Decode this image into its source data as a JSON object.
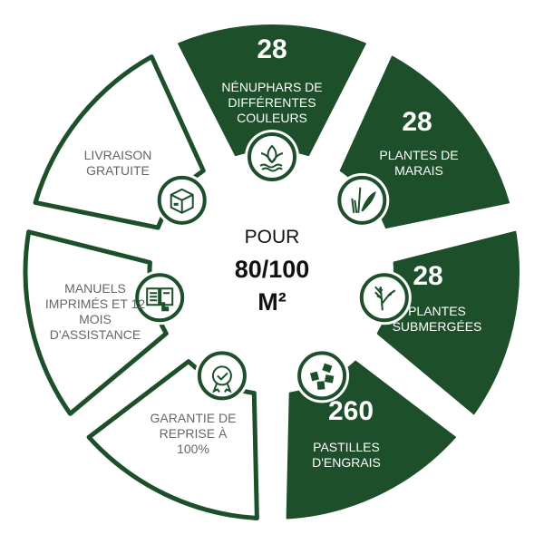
{
  "colors": {
    "green": "#1c4f2a",
    "white": "#ffffff",
    "grey_text": "#666666"
  },
  "center": {
    "line1": "POUR",
    "line2": "80/100",
    "line3": "M²"
  },
  "segments": [
    {
      "number": "28",
      "label": "Nénuphars de différentes couleurs",
      "icon": "lotus-icon",
      "style": "dark"
    },
    {
      "number": "28",
      "label": "Plantes de marais",
      "icon": "marsh-plant-icon",
      "style": "dark"
    },
    {
      "number": "28",
      "label": "Plantes submergées",
      "icon": "submerged-plant-icon",
      "style": "dark"
    },
    {
      "number": "260",
      "label": "Pastilles d'engrais",
      "icon": "fertilizer-tablets-icon",
      "style": "dark"
    },
    {
      "label": "Garantie de reprise à 100%",
      "icon": "guarantee-badge-icon",
      "style": "light"
    },
    {
      "label": "Manuels imprimés et 12 mois d'assistance",
      "icon": "manual-book-icon",
      "style": "light"
    },
    {
      "label": "Livraison gratuite",
      "icon": "delivery-box-icon",
      "style": "light"
    }
  ]
}
